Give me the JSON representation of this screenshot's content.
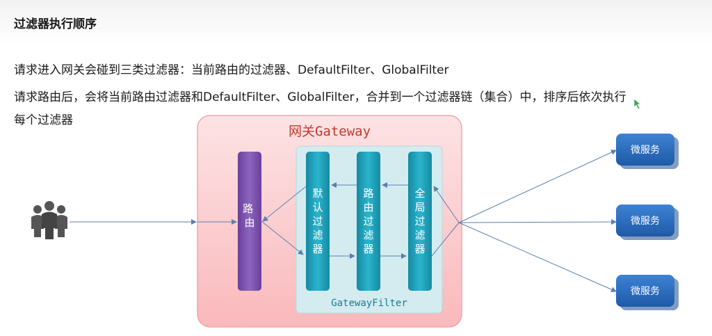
{
  "heading": "过滤器执行顺序",
  "paragraphs": [
    "请求进入网关会碰到三类过滤器：当前路由的过滤器、DefaultFilter、GlobalFilter",
    "请求路由后，会将当前路由过滤器和DefaultFilter、GlobalFilter，合并到一个过滤器链（集合）中，排序后依次执行",
    "每个过滤器"
  ],
  "diagram": {
    "gateway_label": "网关Gateway",
    "gatewayfilter_label": "GatewayFilter",
    "route_label": "路由",
    "columns": [
      "默认过滤器",
      "路由过滤器",
      "全局过滤器"
    ],
    "services": [
      "微服务",
      "微服务",
      "微服务"
    ],
    "user_icon": "users-group-icon",
    "colors": {
      "gateway_bg": "#fbd0d2",
      "gateway_border": "#f0a5a8",
      "gatewayfilter_bg": "#d4ecef",
      "route": "#7b52ab",
      "filter": "#1c9db6",
      "service": "#2e6fc0",
      "arrow": "#5d7fae"
    }
  }
}
